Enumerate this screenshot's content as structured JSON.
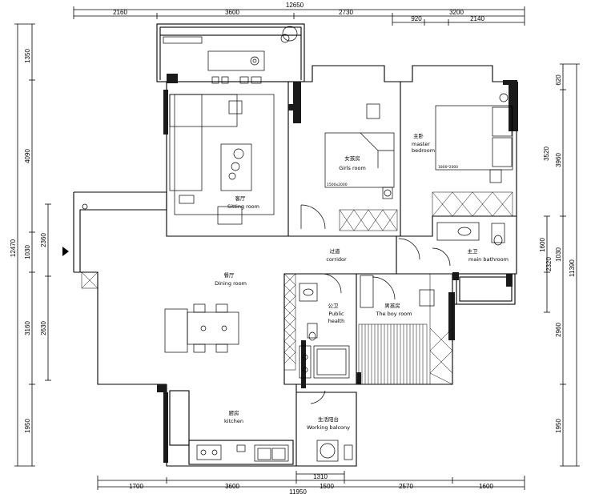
{
  "dims": {
    "top_outer": "12650",
    "top_1": "2160",
    "top_2": "3600",
    "top_3": "2730",
    "top_4": "3200",
    "top_5": "920",
    "top_6": "2140",
    "bottom_outer": "11950",
    "bottom_1": "1700",
    "bottom_2": "3600",
    "bottom_3": "1500",
    "bottom_4": "2570",
    "bottom_5": "1600",
    "bottom_6": "1310",
    "left_outer": "12470",
    "left_1": "1350",
    "left_2": "4090",
    "left_3": "1030",
    "left_4": "3160",
    "left_5": "1950",
    "left_6": "2360",
    "left_7": "2630",
    "right_outer": "11390",
    "right_1": "620",
    "right_2": "3520",
    "right_3": "3960",
    "right_4": "1600",
    "right_5": "1030",
    "right_6": "2320",
    "right_7": "2960",
    "right_8": "1950"
  },
  "rooms": {
    "sitting_cn": "客厅",
    "sitting_en": "Sitting room",
    "girls_cn": "女孩房",
    "girls_en": "Girls room",
    "master_cn": "主卧",
    "master_en1": "master",
    "master_en2": "bedroom",
    "corridor_cn": "过道",
    "corridor_en": "corridor",
    "main_bath_cn": "主卫",
    "main_bath_en": "main bathroom",
    "dining_cn": "餐厅",
    "dining_en": "Dining room",
    "public_cn": "公卫",
    "public_en1": "Public",
    "public_en2": "health",
    "boy_cn": "男孩房",
    "boy_en": "The boy room",
    "kitchen_cn": "厨房",
    "kitchen_en": "kitchen",
    "balcony_cn": "生活阳台",
    "balcony_en": "Working balcony"
  },
  "bed_size_girls": "1500x2000",
  "bed_size_master": "1800*2000",
  "colors": {
    "line": "#000000",
    "wall": "#1a1a1a",
    "accent": "#333333"
  }
}
